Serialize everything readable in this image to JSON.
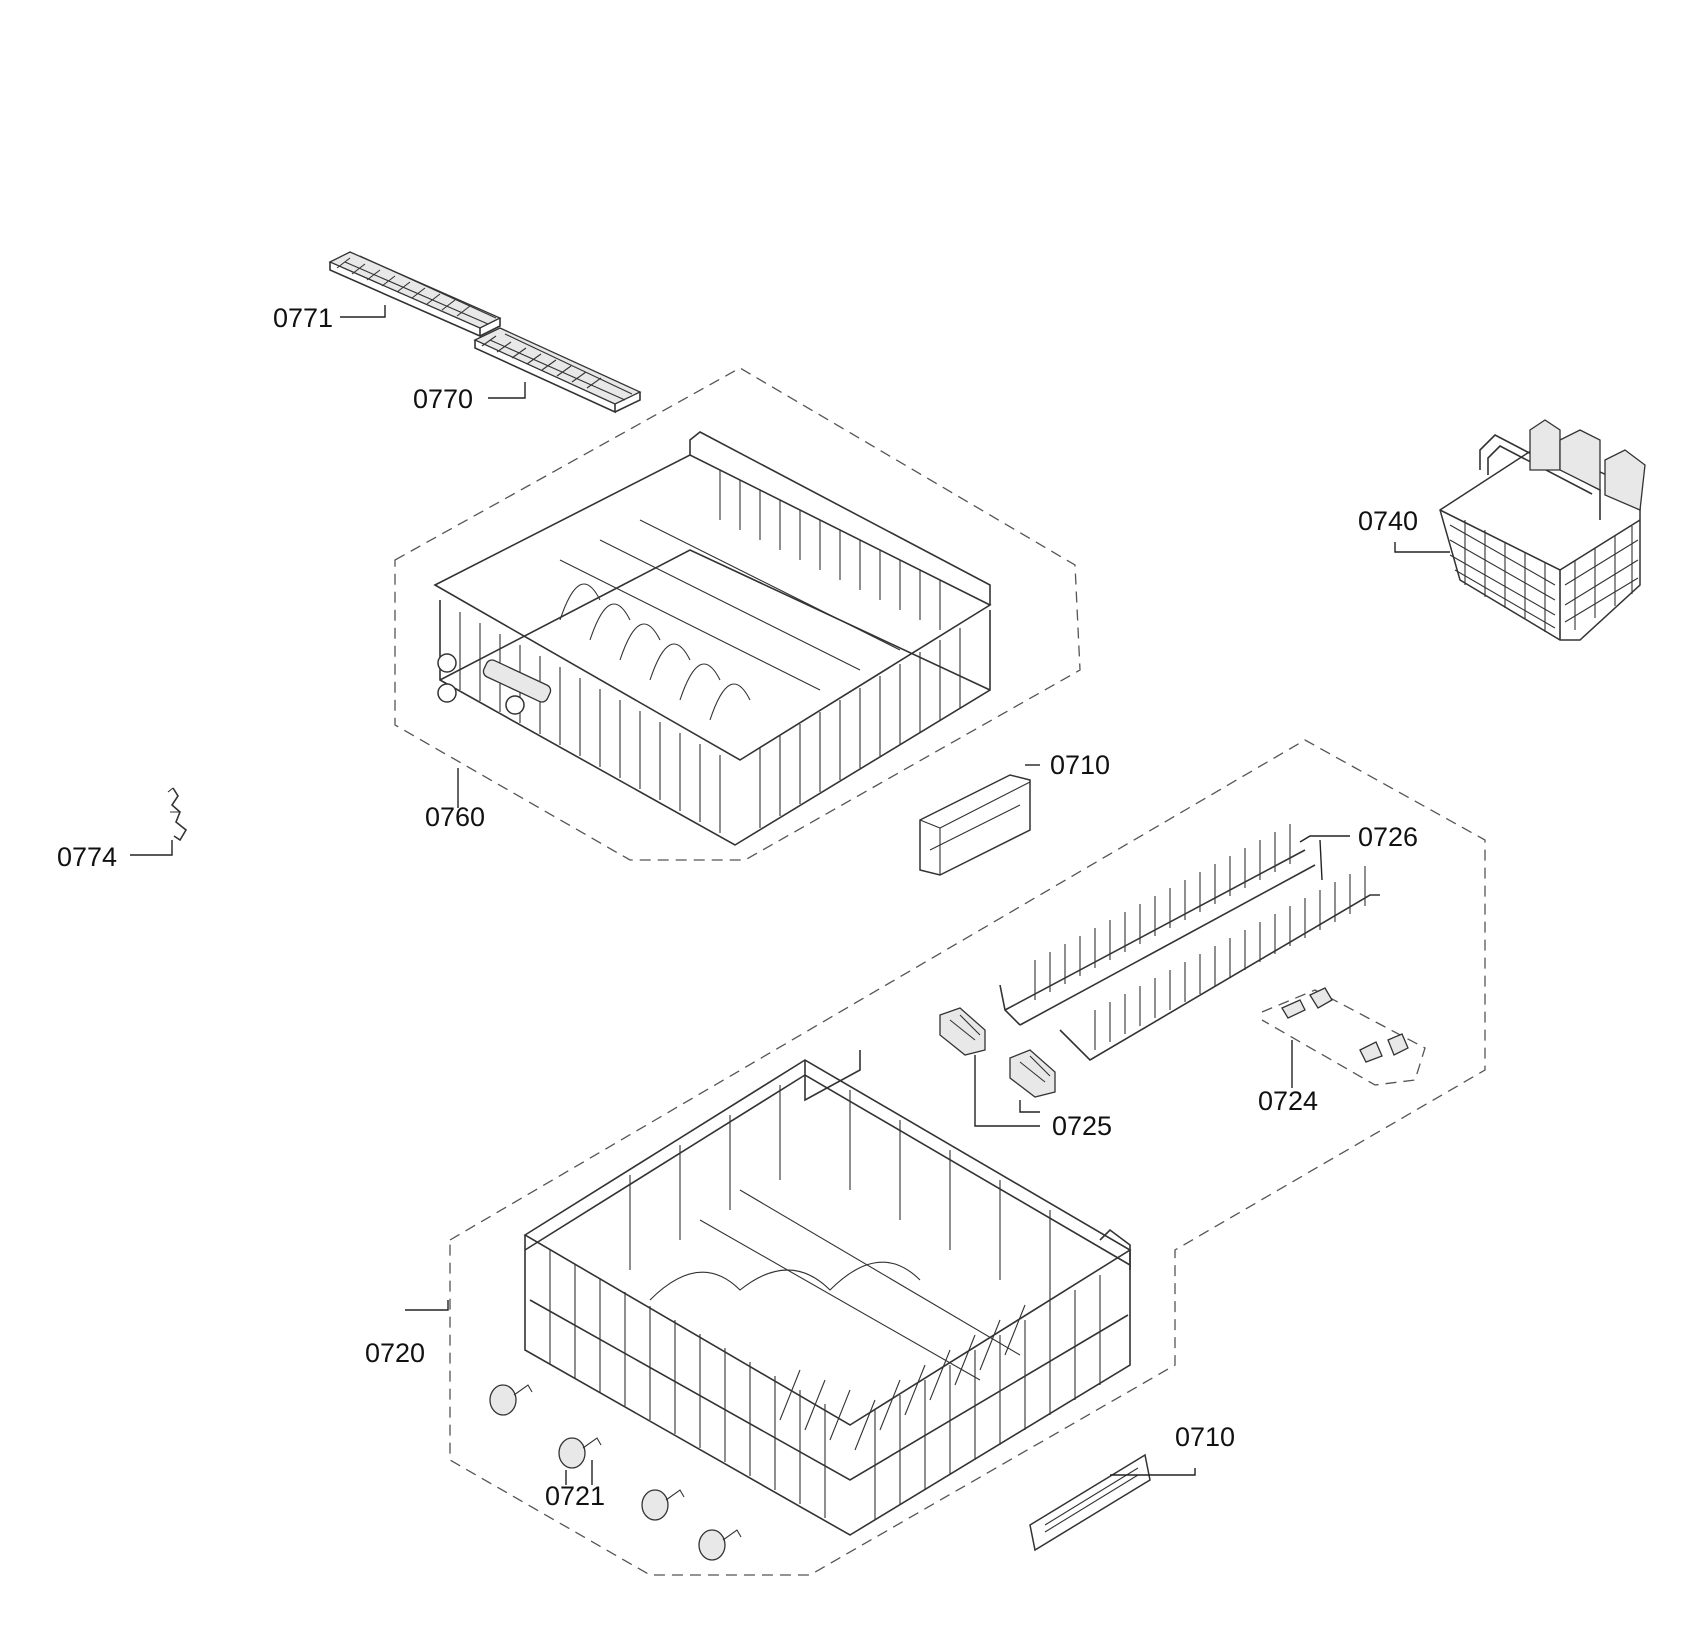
{
  "labels": {
    "p0771": "0771",
    "p0770": "0770",
    "p0760": "0760",
    "p0740": "0740",
    "p0710_upper": "0710",
    "p0774": "0774",
    "p0726": "0726",
    "p0725": "0725",
    "p0724": "0724",
    "p0720": "0720",
    "p0721": "0721",
    "p0710_lower": "0710"
  },
  "colors": {
    "line": "#333333",
    "background": "#ffffff"
  }
}
